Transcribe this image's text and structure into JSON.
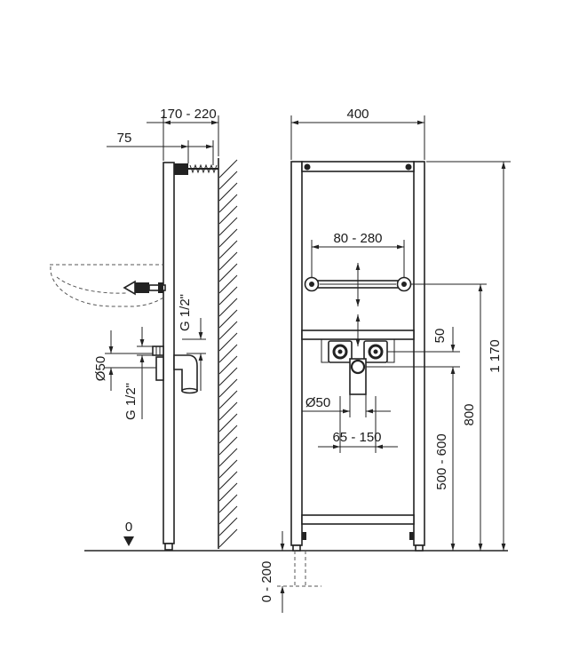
{
  "side_view": {
    "depth_range": "170 - 220",
    "bracket_offset": "75",
    "drain_diameter": "Ø50",
    "supply_thread_upper": "G 1/2\"",
    "supply_thread_lower": "G 1/2\"",
    "floor_level": "0"
  },
  "front_view": {
    "frame_width": "400",
    "bracket_spacing": "80 - 280",
    "valve_drain_offset": "50",
    "drain_diameter": "Ø50",
    "supply_spacing": "65 - 150",
    "drain_height": "500 - 600",
    "bracket_height": "800",
    "total_height": "1 170",
    "foot_adjustment": "0 - 200"
  }
}
